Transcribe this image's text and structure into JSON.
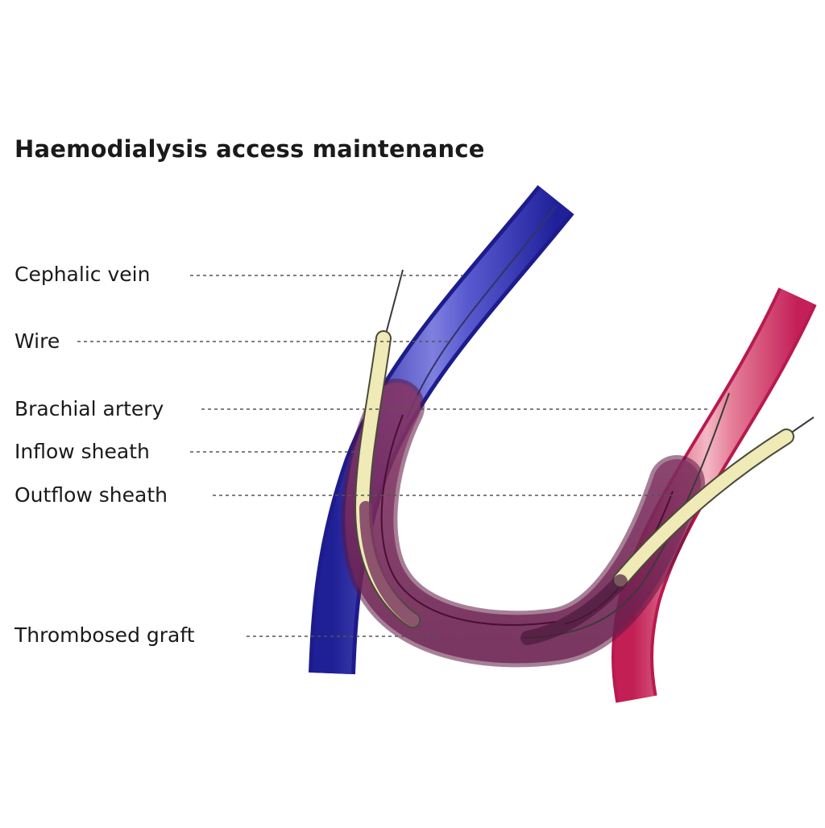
{
  "title": "Haemodialysis access maintenance",
  "labels": {
    "cephalic_vein": "Cephalic vein",
    "wire": "Wire",
    "brachial_artery": "Brachial artery",
    "inflow_sheath": "Inflow sheath",
    "outflow_sheath": "Outflow sheath",
    "thrombosed_graft": "Thrombosed graft"
  },
  "colors": {
    "vein": "#2a2aa8",
    "vein_highlight": "#8a8ae8",
    "artery": "#d1306a",
    "artery_highlight": "#f2b3bf",
    "graft": "#7b2a5e",
    "sheath": "#eeebb4",
    "sheath_outline": "#6b6b55",
    "leader_line": "#555555"
  }
}
